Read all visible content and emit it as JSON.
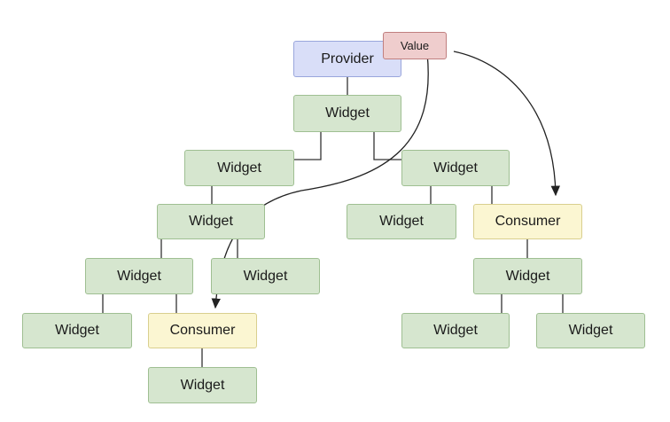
{
  "provider": "Provider",
  "value": "Value",
  "widget": "Widget",
  "consumer": "Consumer"
}
